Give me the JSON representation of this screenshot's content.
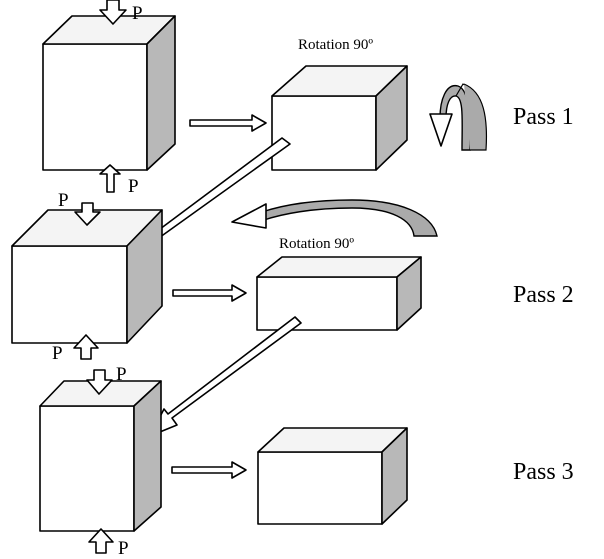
{
  "labels": {
    "force": "P",
    "rotation": "Rotation 90º",
    "pass1": "Pass 1",
    "pass2": "Pass 2",
    "pass3": "Pass 3"
  },
  "colors": {
    "stroke": "#000000",
    "side_face": "#b8b8b8",
    "top_face": "#f4f4f4",
    "rotation_arrow": "#aaaaaa"
  }
}
